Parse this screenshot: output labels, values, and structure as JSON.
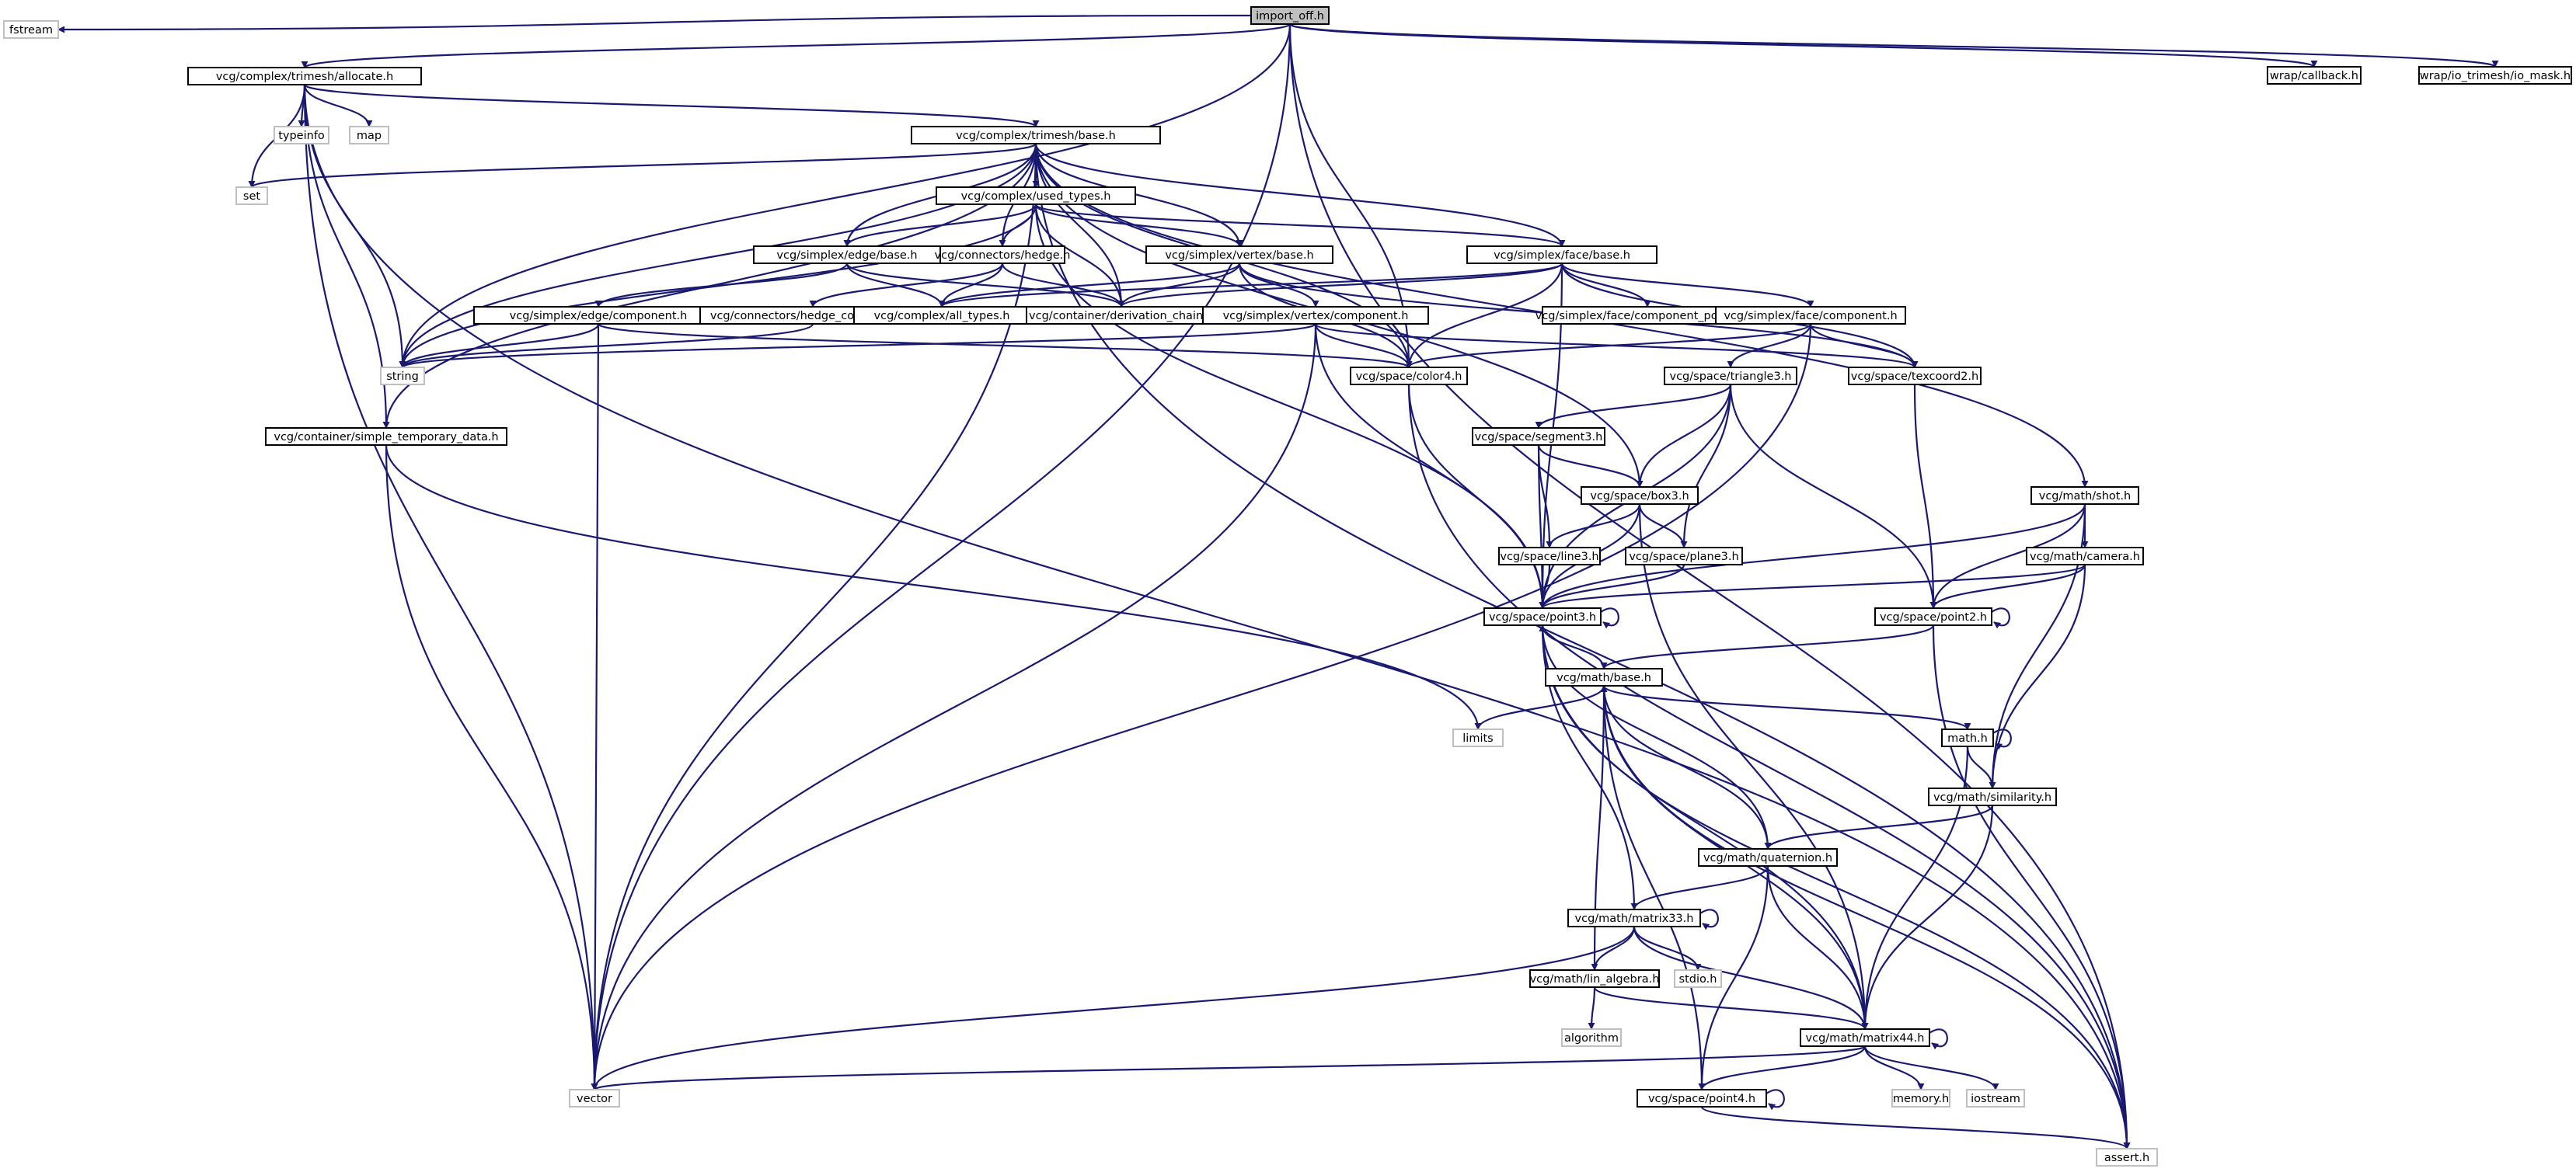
{
  "colors": {
    "edge": "#191970",
    "node_border": "#000000",
    "external_border": "#bfbfbf",
    "root_fill": "#bfbfbf",
    "background": "#ffffff"
  },
  "nodes": [
    {
      "id": "import_off",
      "label": "import_off.h",
      "kind": "root"
    },
    {
      "id": "fstream",
      "label": "fstream",
      "kind": "external"
    },
    {
      "id": "allocate",
      "label": "vcg/complex/trimesh/allocate.h",
      "kind": "file"
    },
    {
      "id": "callback",
      "label": "wrap/callback.h",
      "kind": "file"
    },
    {
      "id": "io_mask",
      "label": "wrap/io_trimesh/io_mask.h",
      "kind": "file"
    },
    {
      "id": "typeinfo",
      "label": "typeinfo",
      "kind": "external"
    },
    {
      "id": "map",
      "label": "map",
      "kind": "external"
    },
    {
      "id": "tribase",
      "label": "vcg/complex/trimesh/base.h",
      "kind": "file"
    },
    {
      "id": "set",
      "label": "set",
      "kind": "external"
    },
    {
      "id": "used_types",
      "label": "vcg/complex/used_types.h",
      "kind": "file"
    },
    {
      "id": "edgebase",
      "label": "vcg/simplex/edge/base.h",
      "kind": "file"
    },
    {
      "id": "hedge",
      "label": "vcg/connectors/hedge.h",
      "kind": "file"
    },
    {
      "id": "vertexbase",
      "label": "vcg/simplex/vertex/base.h",
      "kind": "file"
    },
    {
      "id": "facebase",
      "label": "vcg/simplex/face/base.h",
      "kind": "file"
    },
    {
      "id": "edgecomp",
      "label": "vcg/simplex/edge/component.h",
      "kind": "file"
    },
    {
      "id": "hedgecomp",
      "label": "vcg/connectors/hedge_component.h",
      "kind": "file"
    },
    {
      "id": "all_types",
      "label": "vcg/complex/all_types.h",
      "kind": "file"
    },
    {
      "id": "derivation",
      "label": "vcg/container/derivation_chain.h",
      "kind": "file"
    },
    {
      "id": "vertexcomp",
      "label": "vcg/simplex/vertex/component.h",
      "kind": "file"
    },
    {
      "id": "facepoly",
      "label": "vcg/simplex/face/component_polygon.h",
      "kind": "file"
    },
    {
      "id": "facecomp",
      "label": "vcg/simplex/face/component.h",
      "kind": "file"
    },
    {
      "id": "string",
      "label": "string",
      "kind": "external"
    },
    {
      "id": "color4",
      "label": "vcg/space/color4.h",
      "kind": "file"
    },
    {
      "id": "triangle3",
      "label": "vcg/space/triangle3.h",
      "kind": "file"
    },
    {
      "id": "texcoord2",
      "label": "vcg/space/texcoord2.h",
      "kind": "file"
    },
    {
      "id": "simple_temp",
      "label": "vcg/container/simple_temporary_data.h",
      "kind": "file"
    },
    {
      "id": "segment3",
      "label": "vcg/space/segment3.h",
      "kind": "file"
    },
    {
      "id": "shot",
      "label": "vcg/math/shot.h",
      "kind": "file"
    },
    {
      "id": "box3",
      "label": "vcg/space/box3.h",
      "kind": "file"
    },
    {
      "id": "camera",
      "label": "vcg/math/camera.h",
      "kind": "file"
    },
    {
      "id": "line3",
      "label": "vcg/space/line3.h",
      "kind": "file"
    },
    {
      "id": "plane3",
      "label": "vcg/space/plane3.h",
      "kind": "file"
    },
    {
      "id": "point3",
      "label": "vcg/space/point3.h",
      "kind": "file"
    },
    {
      "id": "point2",
      "label": "vcg/space/point2.h",
      "kind": "file"
    },
    {
      "id": "mathbase",
      "label": "vcg/math/base.h",
      "kind": "file"
    },
    {
      "id": "limits",
      "label": "limits",
      "kind": "external"
    },
    {
      "id": "math",
      "label": "math.h",
      "kind": "file"
    },
    {
      "id": "similarity",
      "label": "vcg/math/similarity.h",
      "kind": "file"
    },
    {
      "id": "quaternion",
      "label": "vcg/math/quaternion.h",
      "kind": "file"
    },
    {
      "id": "matrix33",
      "label": "vcg/math/matrix33.h",
      "kind": "file"
    },
    {
      "id": "stdio",
      "label": "stdio.h",
      "kind": "external"
    },
    {
      "id": "lin_algebra",
      "label": "vcg/math/lin_algebra.h",
      "kind": "file"
    },
    {
      "id": "algorithm",
      "label": "algorithm",
      "kind": "external"
    },
    {
      "id": "matrix44",
      "label": "vcg/math/matrix44.h",
      "kind": "file"
    },
    {
      "id": "vector",
      "label": "vector",
      "kind": "external"
    },
    {
      "id": "memory",
      "label": "memory.h",
      "kind": "external"
    },
    {
      "id": "iostream",
      "label": "iostream",
      "kind": "external"
    },
    {
      "id": "point4",
      "label": "vcg/space/point4.h",
      "kind": "file"
    },
    {
      "id": "assert",
      "label": "assert.h",
      "kind": "external"
    }
  ],
  "edges": [
    [
      "import_off",
      "fstream"
    ],
    [
      "import_off",
      "allocate"
    ],
    [
      "import_off",
      "string"
    ],
    [
      "import_off",
      "vector"
    ],
    [
      "import_off",
      "color4"
    ],
    [
      "import_off",
      "assert"
    ],
    [
      "import_off",
      "callback"
    ],
    [
      "import_off",
      "io_mask"
    ],
    [
      "allocate",
      "typeinfo"
    ],
    [
      "allocate",
      "map"
    ],
    [
      "allocate",
      "set"
    ],
    [
      "allocate",
      "string"
    ],
    [
      "allocate",
      "vector"
    ],
    [
      "allocate",
      "tribase"
    ],
    [
      "allocate",
      "simple_temp"
    ],
    [
      "allocate",
      "assert"
    ],
    [
      "tribase",
      "set"
    ],
    [
      "tribase",
      "string"
    ],
    [
      "tribase",
      "vector"
    ],
    [
      "tribase",
      "used_types"
    ],
    [
      "tribase",
      "edgebase"
    ],
    [
      "tribase",
      "hedge"
    ],
    [
      "tribase",
      "vertexbase"
    ],
    [
      "tribase",
      "facebase"
    ],
    [
      "tribase",
      "derivation"
    ],
    [
      "tribase",
      "color4"
    ],
    [
      "tribase",
      "box3"
    ],
    [
      "tribase",
      "shot"
    ],
    [
      "tribase",
      "simple_temp"
    ],
    [
      "tribase",
      "assert"
    ],
    [
      "used_types",
      "string"
    ],
    [
      "used_types",
      "edgebase"
    ],
    [
      "used_types",
      "hedge"
    ],
    [
      "used_types",
      "vertexbase"
    ],
    [
      "used_types",
      "facebase"
    ],
    [
      "used_types",
      "derivation"
    ],
    [
      "used_types",
      "point3"
    ],
    [
      "edgebase",
      "edgecomp"
    ],
    [
      "edgebase",
      "all_types"
    ],
    [
      "edgebase",
      "derivation"
    ],
    [
      "hedge",
      "hedgecomp"
    ],
    [
      "hedge",
      "all_types"
    ],
    [
      "hedge",
      "derivation"
    ],
    [
      "vertexbase",
      "all_types"
    ],
    [
      "vertexbase",
      "derivation"
    ],
    [
      "vertexbase",
      "vertexcomp"
    ],
    [
      "vertexbase",
      "color4"
    ],
    [
      "vertexbase",
      "texcoord2"
    ],
    [
      "facebase",
      "all_types"
    ],
    [
      "facebase",
      "derivation"
    ],
    [
      "facebase",
      "facepoly"
    ],
    [
      "facebase",
      "facecomp"
    ],
    [
      "facebase",
      "color4"
    ],
    [
      "facebase",
      "texcoord2"
    ],
    [
      "facebase",
      "point3"
    ],
    [
      "edgecomp",
      "string"
    ],
    [
      "edgecomp",
      "vector"
    ],
    [
      "edgecomp",
      "color4"
    ],
    [
      "hedgecomp",
      "string"
    ],
    [
      "vertexcomp",
      "string"
    ],
    [
      "vertexcomp",
      "vector"
    ],
    [
      "vertexcomp",
      "color4"
    ],
    [
      "vertexcomp",
      "texcoord2"
    ],
    [
      "vertexcomp",
      "point3"
    ],
    [
      "facecomp",
      "vector"
    ],
    [
      "facecomp",
      "color4"
    ],
    [
      "facecomp",
      "triangle3"
    ],
    [
      "facecomp",
      "texcoord2"
    ],
    [
      "color4",
      "point3"
    ],
    [
      "color4",
      "assert"
    ],
    [
      "triangle3",
      "segment3"
    ],
    [
      "triangle3",
      "box3"
    ],
    [
      "triangle3",
      "plane3"
    ],
    [
      "triangle3",
      "point3"
    ],
    [
      "triangle3",
      "point2"
    ],
    [
      "texcoord2",
      "point2"
    ],
    [
      "simple_temp",
      "vector"
    ],
    [
      "simple_temp",
      "limits"
    ],
    [
      "segment3",
      "box3"
    ],
    [
      "segment3",
      "line3"
    ],
    [
      "segment3",
      "point3"
    ],
    [
      "shot",
      "camera"
    ],
    [
      "shot",
      "point3"
    ],
    [
      "shot",
      "point2"
    ],
    [
      "shot",
      "similarity"
    ],
    [
      "box3",
      "line3"
    ],
    [
      "box3",
      "plane3"
    ],
    [
      "box3",
      "point3"
    ],
    [
      "box3",
      "matrix44"
    ],
    [
      "camera",
      "point3"
    ],
    [
      "camera",
      "point2"
    ],
    [
      "camera",
      "similarity"
    ],
    [
      "line3",
      "point3"
    ],
    [
      "plane3",
      "point3"
    ],
    [
      "point3",
      "point3"
    ],
    [
      "point3",
      "mathbase"
    ],
    [
      "point3",
      "assert"
    ],
    [
      "point2",
      "point2"
    ],
    [
      "point2",
      "mathbase"
    ],
    [
      "point2",
      "assert"
    ],
    [
      "mathbase",
      "limits"
    ],
    [
      "mathbase",
      "math"
    ],
    [
      "mathbase",
      "assert"
    ],
    [
      "math",
      "math"
    ],
    [
      "math",
      "similarity"
    ],
    [
      "math",
      "matrix44"
    ],
    [
      "similarity",
      "quaternion"
    ],
    [
      "similarity",
      "matrix44"
    ],
    [
      "quaternion",
      "point3"
    ],
    [
      "quaternion",
      "mathbase"
    ],
    [
      "quaternion",
      "matrix33"
    ],
    [
      "quaternion",
      "matrix44"
    ],
    [
      "quaternion",
      "point4"
    ],
    [
      "matrix33",
      "matrix33"
    ],
    [
      "matrix33",
      "point3"
    ],
    [
      "matrix33",
      "stdio"
    ],
    [
      "matrix33",
      "lin_algebra"
    ],
    [
      "matrix33",
      "matrix44"
    ],
    [
      "matrix33",
      "vector"
    ],
    [
      "lin_algebra",
      "mathbase"
    ],
    [
      "lin_algebra",
      "algorithm"
    ],
    [
      "lin_algebra",
      "matrix44"
    ],
    [
      "matrix44",
      "matrix44"
    ],
    [
      "matrix44",
      "point3"
    ],
    [
      "matrix44",
      "mathbase"
    ],
    [
      "matrix44",
      "vector"
    ],
    [
      "matrix44",
      "memory"
    ],
    [
      "matrix44",
      "iostream"
    ],
    [
      "matrix44",
      "point4"
    ],
    [
      "point4",
      "point4"
    ],
    [
      "point4",
      "mathbase"
    ],
    [
      "point4",
      "assert"
    ]
  ]
}
